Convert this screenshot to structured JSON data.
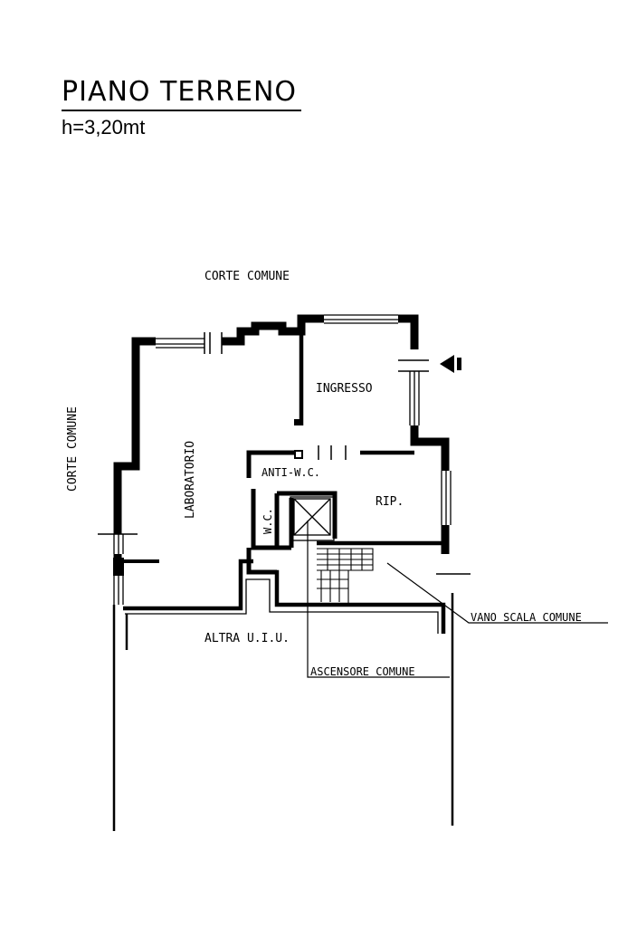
{
  "title": "PIANO TERRENO",
  "height_note": "h=3,20mt",
  "labels": {
    "corte_top": "CORTE COMUNE",
    "corte_left": "CORTE COMUNE",
    "ingresso": "INGRESSO",
    "laboratorio": "LABORATORIO",
    "anti_wc": "ANTI-W.C.",
    "wc": "W.C.",
    "rip": "RIP.",
    "vano_scala": "VANO SCALA COMUNE",
    "altra_uiu": "ALTRA U.I.U.",
    "ascensore": "ASCENSORE COMUNE"
  }
}
